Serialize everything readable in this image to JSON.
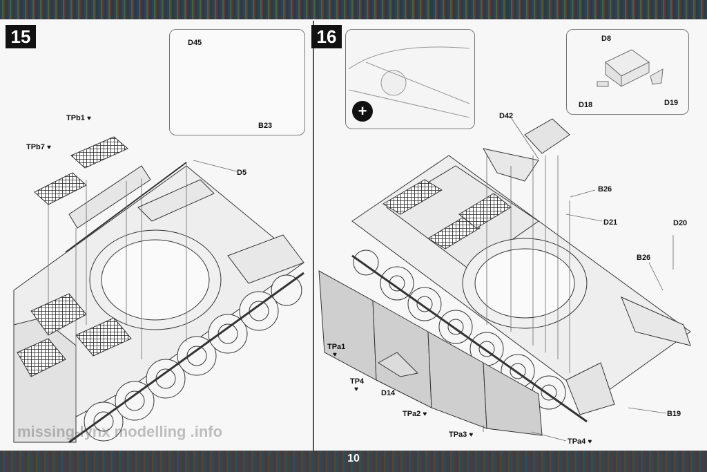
{
  "step15": {
    "number": "15",
    "parts": {
      "D45": "D45",
      "B23": "B23",
      "TPb1": "TPb1",
      "TPb7": "TPb7",
      "D5": "D5"
    }
  },
  "step16": {
    "number": "16",
    "zoom_icon": "zoom-in-icon",
    "parts": {
      "D8": "D8",
      "D18": "D18",
      "D19": "D19",
      "D42": "D42",
      "B26a": "B26",
      "D21": "D21",
      "D20": "D20",
      "B26b": "B26",
      "B19": "B19",
      "TPa1": "TPa1",
      "TP4": "TP4",
      "D14": "D14",
      "TPa2": "TPa2",
      "TPa3": "TPa3",
      "TPa4": "TPa4"
    }
  },
  "heart_symbol": "♥",
  "page_number": "10",
  "watermark": "missing-lynx modelling .info"
}
